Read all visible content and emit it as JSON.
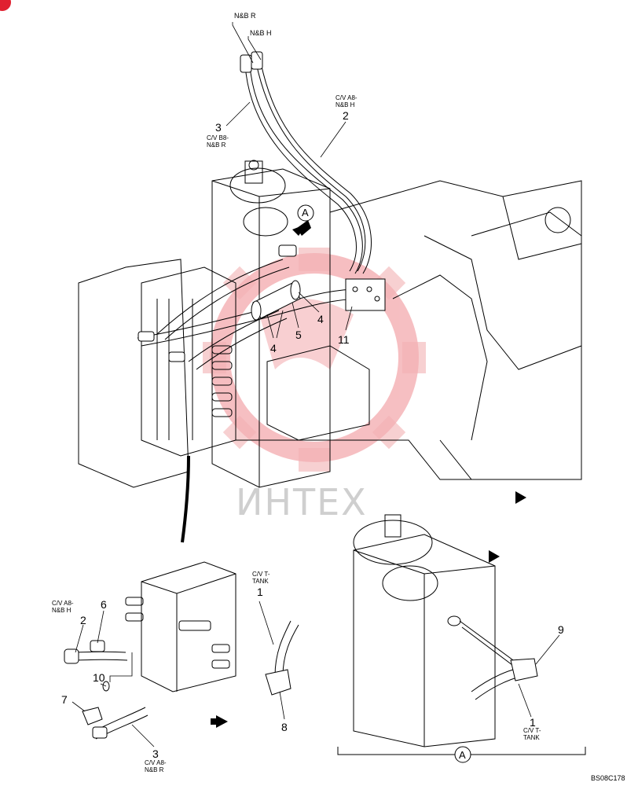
{
  "watermark": {
    "text": "ИНТЕХ",
    "color": "#e8424a"
  },
  "callouts": {
    "top_nb_r": "N&B R",
    "top_nb_h": "N&B H",
    "hose3_num": "3",
    "hose3_desc_1": "C/V B8-",
    "hose3_desc_2": "N&B R",
    "hose2_num": "2",
    "hose2_desc_1": "C/V A8-",
    "hose2_desc_2": "N&B H",
    "view_a_top": "A",
    "clamp4a": "4",
    "clamp4b": "4",
    "sleeve5": "5",
    "bracket11": "11",
    "det_hose2_desc_1": "C/V A8-",
    "det_hose2_desc_2": "N&B H",
    "det_hose2_num": "2",
    "fitting6": "6",
    "oring10": "10",
    "elbow7": "7",
    "det_hose3_num": "3",
    "det_hose3_desc_1": "C/V A8-",
    "det_hose3_desc_2": "N&B R",
    "hose1_desc_1": "C/V T-",
    "hose1_desc_2": "TANK",
    "hose1_num": "1",
    "fitting8": "8",
    "fitting9": "9",
    "tank_hose1_num": "1",
    "tank_hose1_desc_1": "C/V T-",
    "tank_hose1_desc_2": "TANK",
    "view_a_bottom": "A",
    "drawing_code": "BS08C178"
  },
  "icons": [
    "arrow-pointer-icon",
    "view-a-circle-icon",
    "corner-marker-icon"
  ]
}
